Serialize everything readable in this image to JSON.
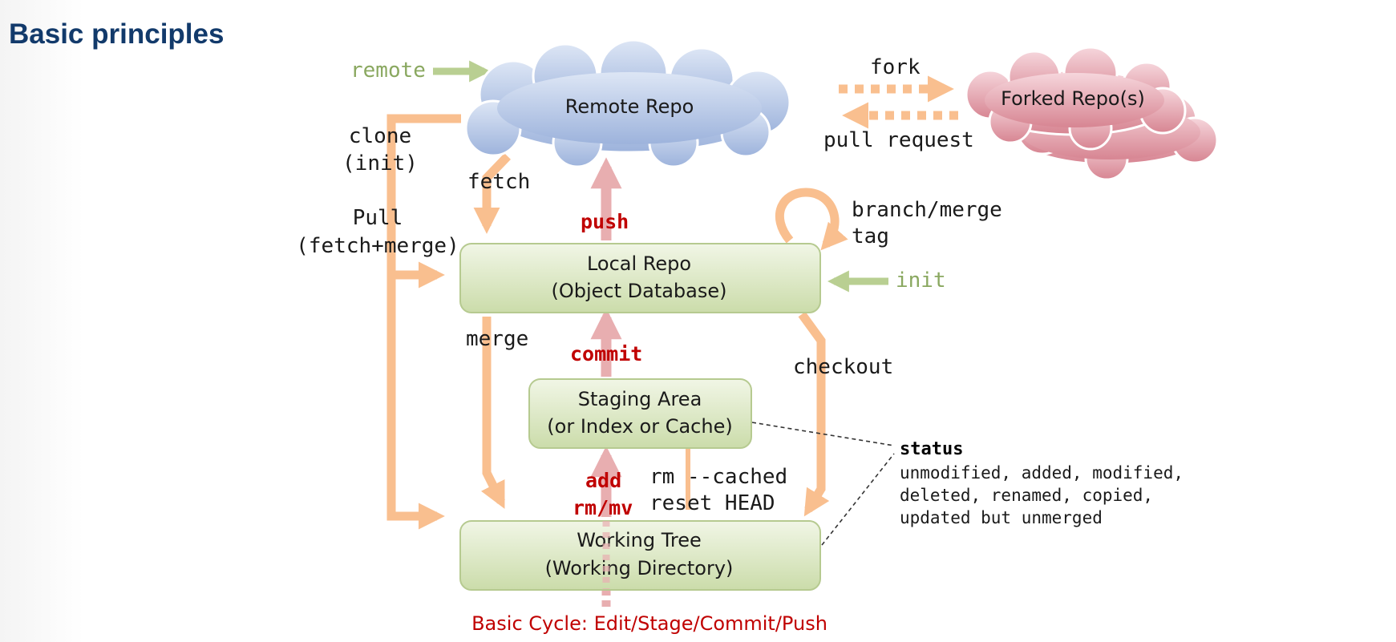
{
  "page": {
    "title": "Basic principles"
  },
  "nodes": {
    "remote_repo": "Remote Repo",
    "forked_repo": "Forked Repo(s)",
    "local_repo_line1": "Local Repo",
    "local_repo_line2": "(Object Database)",
    "staging_line1": "Staging Area",
    "staging_line2": "(or Index or Cache)",
    "working_line1": "Working Tree",
    "working_line2": "(Working Directory)"
  },
  "labels": {
    "remote": "remote",
    "fork": "fork",
    "pull_request": "pull request",
    "clone": "clone",
    "clone_init": "(init)",
    "fetch": "fetch",
    "pull": "Pull",
    "pull_detail": "(fetch+merge)",
    "push": "push",
    "branch_merge": "branch/merge",
    "tag": "tag",
    "init": "init",
    "merge": "merge",
    "commit": "commit",
    "checkout": "checkout",
    "add": "add",
    "rm_mv": "rm/mv",
    "rm_cached": "rm --cached",
    "reset_head": "reset HEAD"
  },
  "status": {
    "title": "status",
    "line1": "unmodified, added, modified,",
    "line2": "deleted, renamed, copied,",
    "line3": "updated but unmerged"
  },
  "caption": "Basic Cycle: Edit/Stage/Commit/Push",
  "colors": {
    "title": "#123a6b",
    "orange_arrow": "#f9bf8f",
    "pink_arrow": "#e8aeb0",
    "green_arrow": "#b9cf92",
    "green_box": "#dbe8c3",
    "blue_cloud": "#b9c9e6",
    "pink_cloud": "#e7a5b0",
    "red_text": "#c00000"
  }
}
